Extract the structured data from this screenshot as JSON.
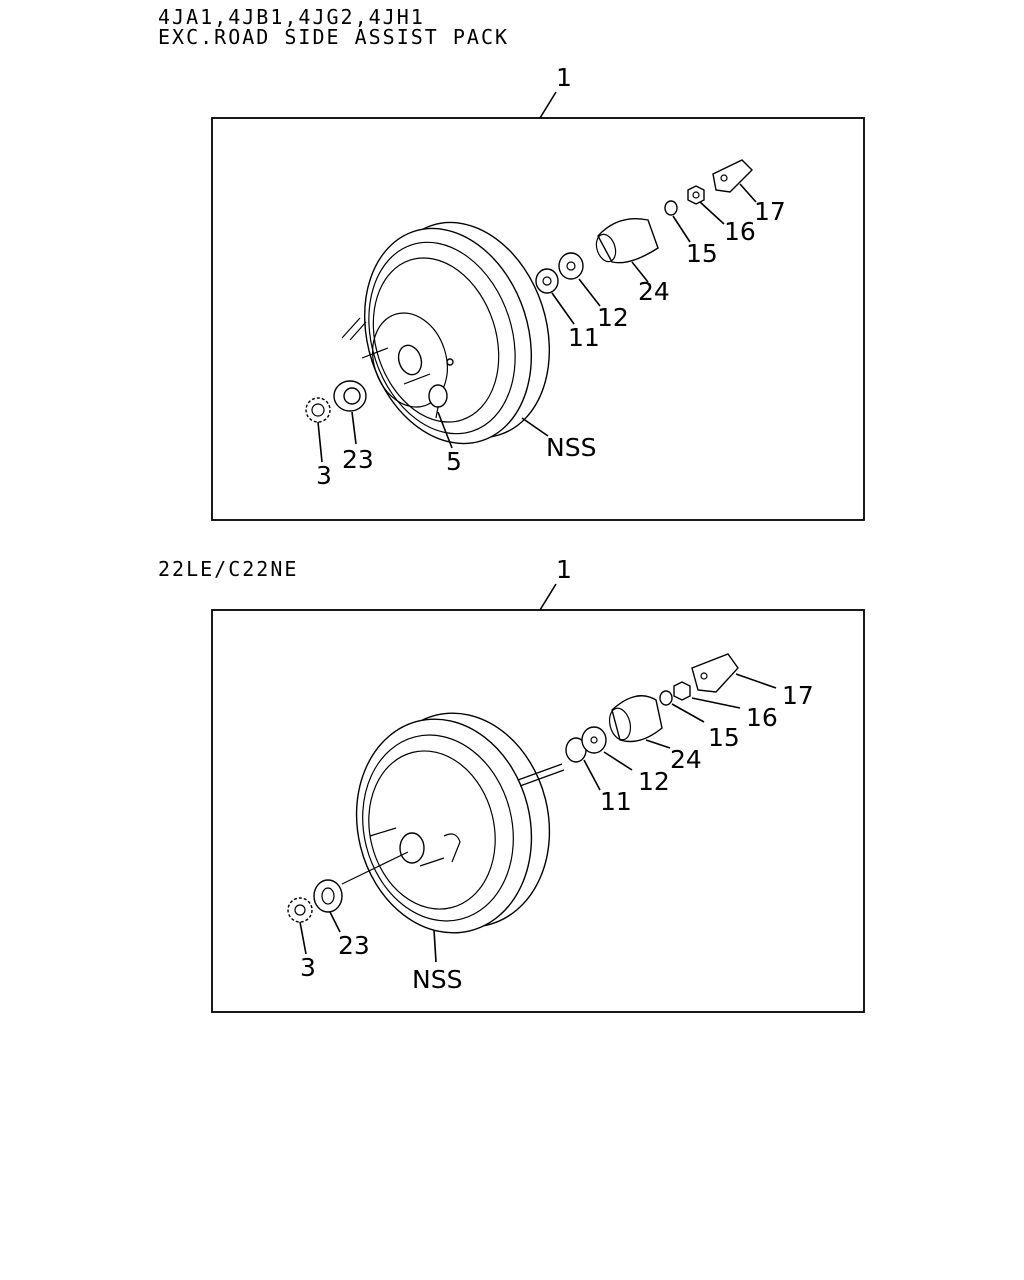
{
  "diagram_top": {
    "heading_line1": "4JA1,4JB1,4JG2,4JH1",
    "heading_line2": "EXC.ROAD SIDE ASSIST PACK",
    "callouts": {
      "assembly": "1",
      "nut_3": "3",
      "seal_23": "23",
      "valve_5": "5",
      "booster_nss": "NSS",
      "washer_11": "11",
      "washer_12": "12",
      "boot_24": "24",
      "washer_15": "15",
      "nut_16": "16",
      "clevis_17": "17"
    }
  },
  "diagram_bottom": {
    "heading_line1": "22LE/C22NE",
    "callouts": {
      "assembly": "1",
      "nut_3": "3",
      "seal_23": "23",
      "booster_nss": "NSS",
      "washer_11": "11",
      "washer_12": "12",
      "boot_24": "24",
      "washer_15": "15",
      "nut_16": "16",
      "clevis_17": "17"
    }
  }
}
